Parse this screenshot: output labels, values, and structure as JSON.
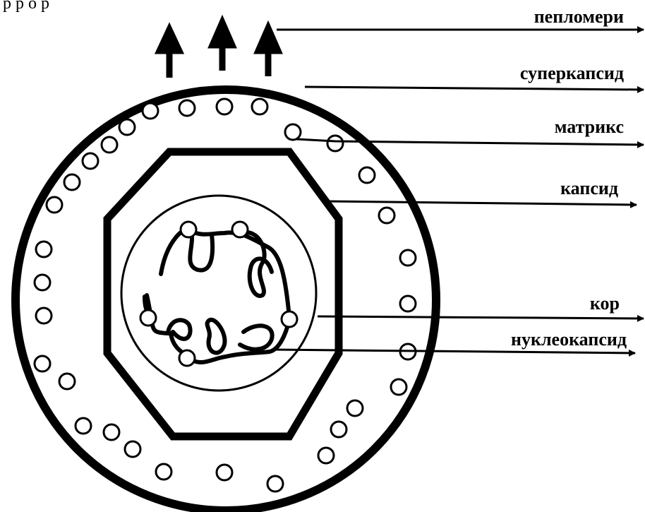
{
  "labels": {
    "peplomers": "пепломери",
    "supercapsid": "суперкапсид",
    "matrix": "матрикс",
    "capsid": "капсид",
    "core": "кор",
    "nucleocapsid": "нуклеокапсид"
  },
  "top_text": "р р о р",
  "colors": {
    "stroke": "#000000",
    "background": "#ffffff"
  }
}
